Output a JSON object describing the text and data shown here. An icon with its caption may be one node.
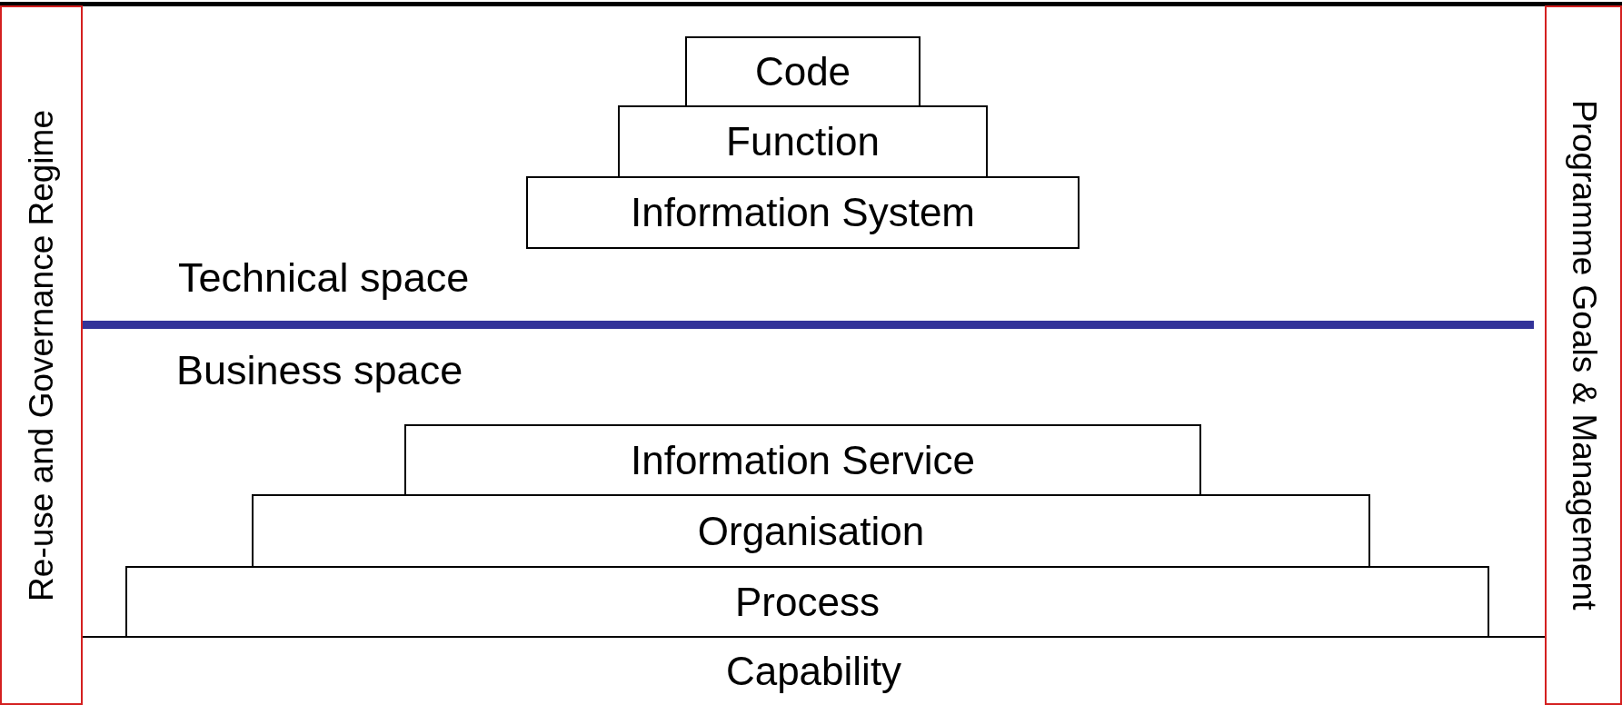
{
  "diagram": {
    "nodes": [
      {
        "text": [
          "Re-use and Governance Regime"
        ]
      },
      {
        "text": [
          "Programme Goals & Management"
        ]
      },
      {
        "text": [
          "Code"
        ]
      },
      {
        "text": [
          "Function"
        ]
      },
      {
        "text": [
          "Information System"
        ]
      },
      {
        "text": [
          "Information Service"
        ]
      },
      {
        "text": [
          "Organisation"
        ]
      },
      {
        "text": [
          "Process"
        ]
      },
      {
        "text": [
          "Capability"
        ]
      }
    ],
    "edges": [],
    "labels": [
      "Technical space",
      "Business space"
    ]
  }
}
